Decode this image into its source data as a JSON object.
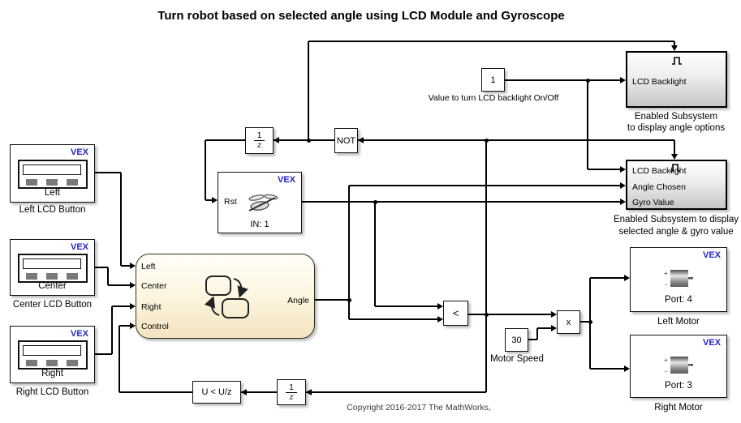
{
  "title": "Turn robot based on selected angle using LCD Module and Gyroscope",
  "colors": {
    "vex_badge": "#2222dd",
    "chart_fill_bottom": "#f3e3c0",
    "subsystem_fill_bottom": "#c6c6c6"
  },
  "blocks": {
    "left_lcd": {
      "badge": "VEX",
      "name": "Left",
      "caption": "Left LCD Button"
    },
    "center_lcd": {
      "badge": "VEX",
      "name": "Center",
      "caption": "Center LCD Button"
    },
    "right_lcd": {
      "badge": "VEX",
      "name": "Right",
      "caption": "Right LCD Button"
    },
    "chart": {
      "inputs": [
        "Left",
        "Center",
        "Right",
        "Control"
      ],
      "output": "Angle"
    },
    "gyro": {
      "badge": "VEX",
      "reset_port": "Rst",
      "caption": "IN: 1"
    },
    "unit_delay_top": {
      "numerator": "1",
      "denominator": "z"
    },
    "unit_delay_bottom": {
      "numerator": "1",
      "denominator": "z"
    },
    "not_operator": {
      "label": "NOT"
    },
    "constant_one": {
      "value": "1",
      "annotation": "Value to turn LCD backlight On/Off"
    },
    "subsystem_angle_options": {
      "port": "LCD Backlight",
      "caption_line1": "Enabled Subsystem",
      "caption_line2": "to display angle options"
    },
    "subsystem_gyro_value": {
      "ports": [
        "LCD Backlight",
        "Angle Chosen",
        "Gyro Value"
      ],
      "caption_line1": "Enabled Subsystem to display",
      "caption_line2": "selected angle & gyro value"
    },
    "relational": {
      "label": "<"
    },
    "motor_speed": {
      "value": "30",
      "caption": "Motor Speed"
    },
    "product": {
      "label": "x"
    },
    "left_motor": {
      "badge": "VEX",
      "port": "Port: 4",
      "caption": "Left Motor"
    },
    "right_motor": {
      "badge": "VEX",
      "port": "Port: 3",
      "caption": "Right Motor"
    },
    "compare_delay": {
      "label": "U < U/z"
    }
  },
  "footer": {
    "copyright": "Copyright 2016-2017 The MathWorks,"
  }
}
